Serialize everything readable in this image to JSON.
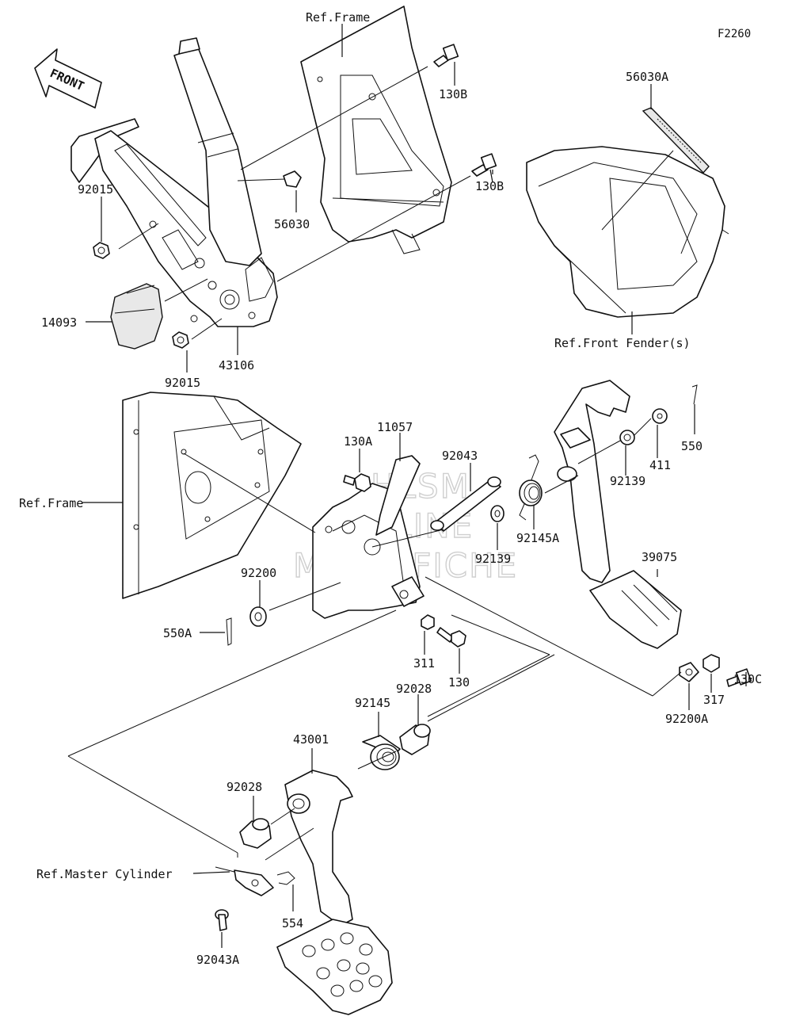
{
  "diagram_code": "F2260",
  "watermark": [
    "HLSM",
    "ONLINE",
    "MICROFICHE"
  ],
  "front_arrow_label": "FRONT",
  "references": {
    "frame_top": "Ref.Frame",
    "frame_left": "Ref.Frame",
    "front_fender": "Ref.Front Fender(s)",
    "master_cylinder": "Ref.Master Cylinder"
  },
  "parts": {
    "p56030A": "56030A",
    "p130B_top": "130B",
    "p130B_mid": "130B",
    "p56030": "56030",
    "p92015_top": "92015",
    "p92015_bottom": "92015",
    "p14093": "14093",
    "p43106": "43106",
    "p11057": "11057",
    "p130A": "130A",
    "p92043": "92043",
    "p92139_right": "92139",
    "p411": "411",
    "p550": "550",
    "p92145A": "92145A",
    "p92139_center": "92139",
    "p39075": "39075",
    "p92200": "92200",
    "p550A": "550A",
    "p311": "311",
    "p130": "130",
    "p130C": "130C",
    "p317": "317",
    "p92200A": "92200A",
    "p92028_top": "92028",
    "p92145": "92145",
    "p43001": "43001",
    "p92028_left": "92028",
    "p554": "554",
    "p92043A": "92043A"
  }
}
